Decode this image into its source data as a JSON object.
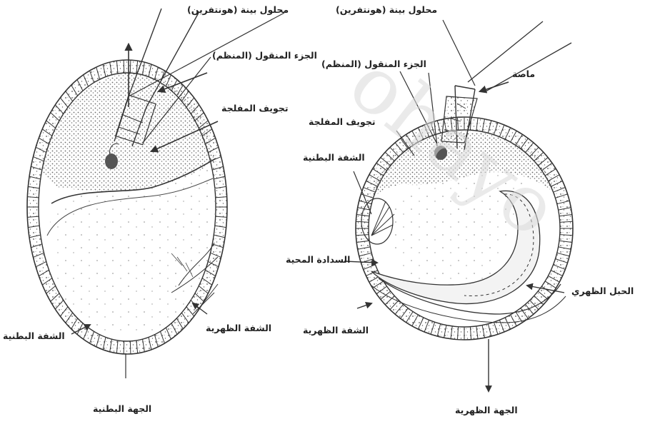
{
  "watermark": "ohayo",
  "labels": {
    "left_inducer_solution": "محلول بينة (هونتفرين)",
    "left_transplanted_part": "الجزء المنقول (المنظم)",
    "left_blastocoel": "تجويف المفلجة",
    "left_dorsal_lip": "الشفة الظهرية",
    "left_ventral_lip": "الشفة البطنية",
    "left_ventral_side": "الجهة البطنية",
    "right_inducer_solution": "محلول بينة (هونتفرين)",
    "right_transplanted_part": "الجزء المنقول (المنظم)",
    "right_pipette": "ماصة",
    "right_blastocoel": "تجويف المفلجة",
    "right_ventral_lip": "الشفة البطنية",
    "right_yolk_plug": "السدادة المحية",
    "right_notochord": "الحبل الظهري",
    "right_dorsal_lip": "الشفة الظهرية",
    "right_dorsal_side": "الجهة الظهرية"
  }
}
